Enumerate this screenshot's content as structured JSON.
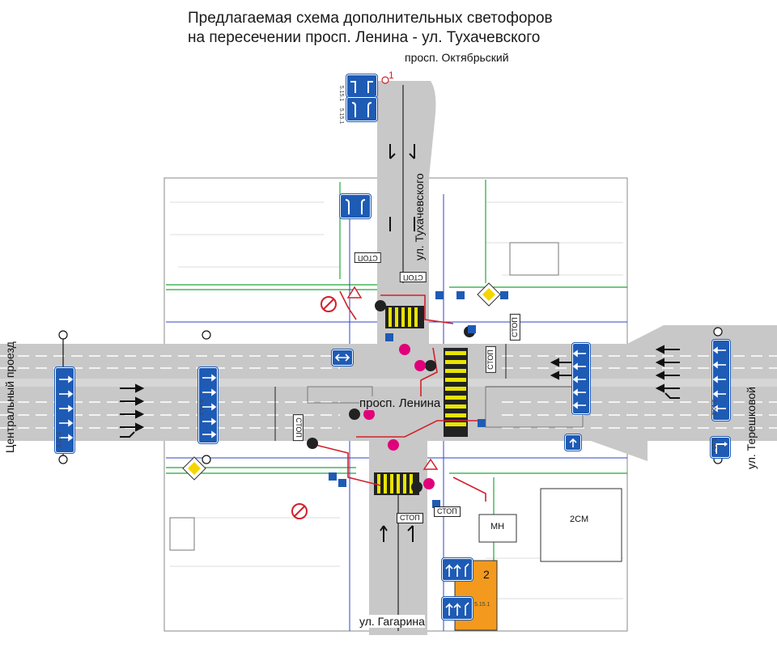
{
  "title_line1": "Предлагаемая схема дополнительных светофоров",
  "title_line2": "на пересечении просп. Ленина - ул. Тухачевского",
  "streets": {
    "oktyabrsky": "просп. Октябрьский",
    "tukhachevsky": "ул. Тухачевского",
    "lenina": "просп. Ленина",
    "central": "Центральный проезд",
    "tereshkovoy": "ул. Терешковой",
    "gagarina": "ул. Гагарина"
  },
  "stop_labels": [
    "СТОП",
    "СТОП",
    "СТОП",
    "СТОП",
    "СТОП",
    "СТОП",
    "СТОП"
  ],
  "callouts": [
    "1",
    "2"
  ],
  "sign_codes": [
    "5.15.2",
    "5.15.1",
    "5.15.1",
    "5.15.2",
    "5.15.2",
    "5.15.4",
    "5.15.1"
  ],
  "building_label": "2СМ",
  "building_label_2": "МН",
  "colors": {
    "road": "#c8c8c8",
    "sign_blue": "#1e5bb5",
    "crosswalk": "#e8e400",
    "signal_magenta": "#e0007a",
    "proposal_orange": "#f39a1e",
    "grid_green": "#22a83a"
  }
}
